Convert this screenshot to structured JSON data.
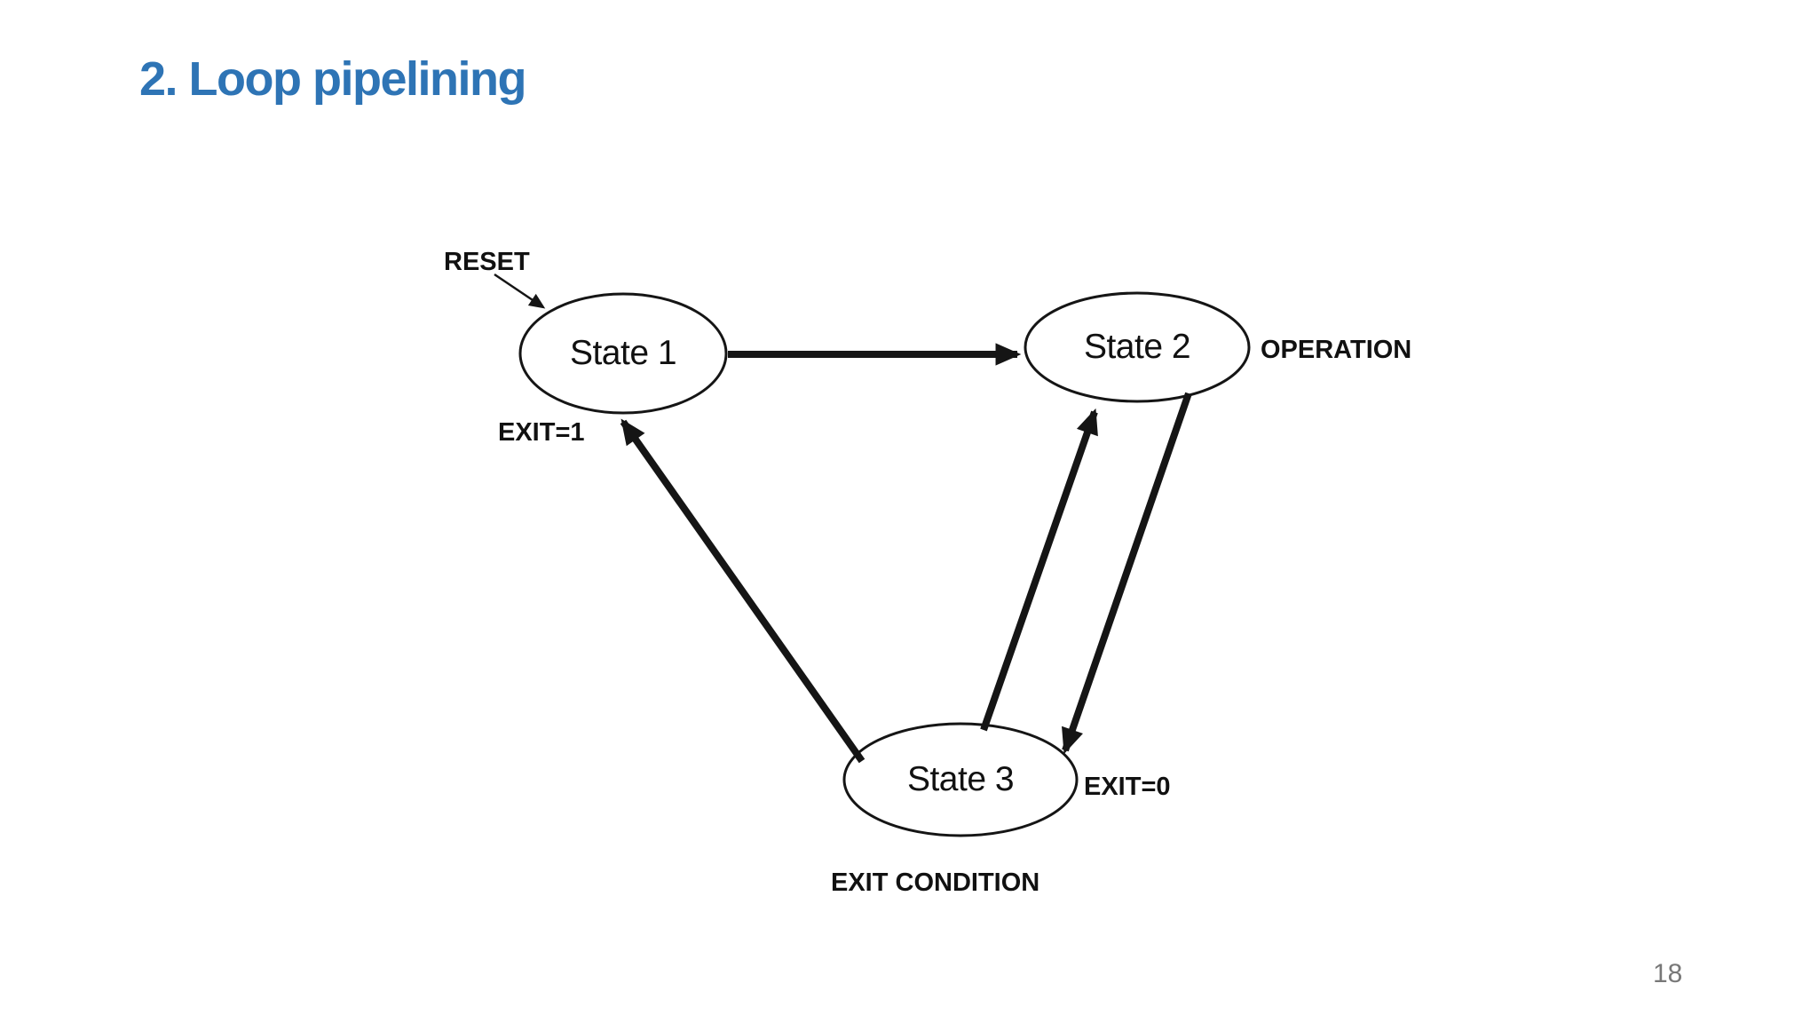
{
  "slide": {
    "title": "2. Loop pipelining",
    "page_number": "18"
  },
  "colors": {
    "title_blue": "#2E74B5",
    "diagram_ink": "#151515",
    "page_number_gray": "#787878",
    "background": "#FFFFFF"
  },
  "diagram": {
    "type": "state-machine",
    "states": [
      {
        "id": "state-1",
        "label": "State 1"
      },
      {
        "id": "state-2",
        "label": "State 2"
      },
      {
        "id": "state-3",
        "label": "State 3"
      }
    ],
    "annotations": {
      "reset": "RESET",
      "exit1": "EXIT=1",
      "operation": "OPERATION",
      "exit0": "EXIT=0",
      "exit_condition": "EXIT CONDITION"
    },
    "transitions": [
      {
        "from": "reset-entry",
        "to": "state-1",
        "label": "RESET"
      },
      {
        "from": "state-1",
        "to": "state-2"
      },
      {
        "from": "state-2",
        "to": "state-3"
      },
      {
        "from": "state-3",
        "to": "state-2"
      },
      {
        "from": "state-3",
        "to": "state-1"
      }
    ]
  }
}
